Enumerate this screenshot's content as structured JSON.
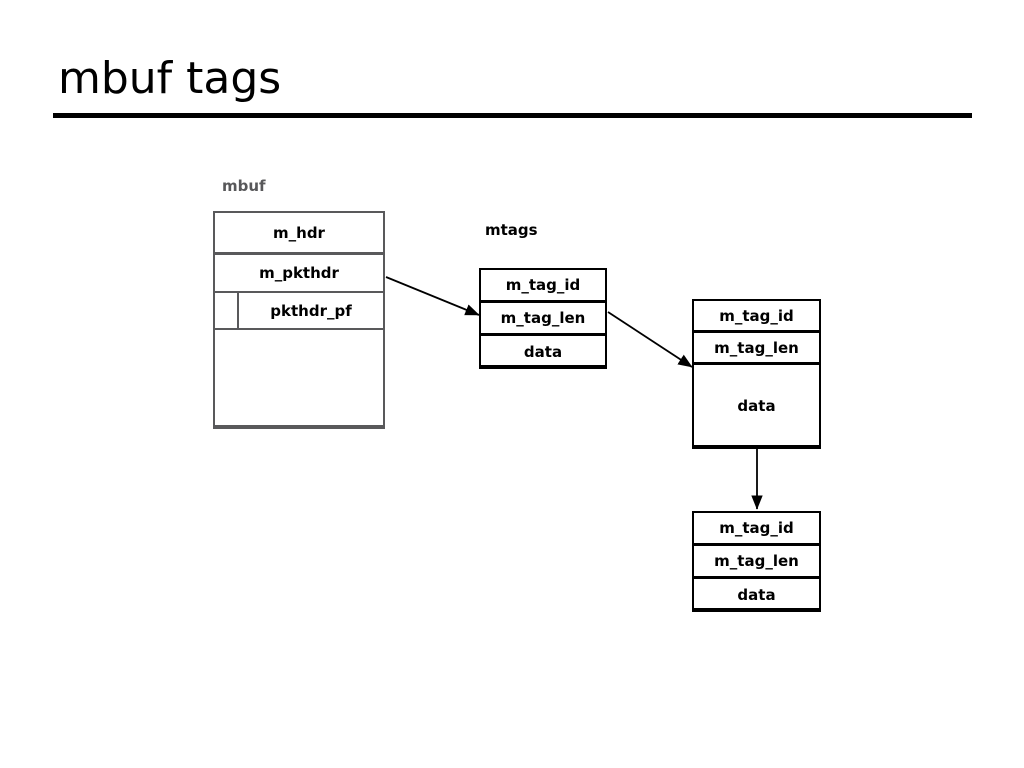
{
  "slide": {
    "title": "mbuf tags"
  },
  "diagram": {
    "labels": {
      "mbuf": "mbuf",
      "mtags": "mtags"
    },
    "mbuf_struct": {
      "name": "mbuf",
      "rows": [
        {
          "label": "m_hdr"
        },
        {
          "label": "m_pkthdr"
        },
        {
          "label": "pkthdr_pf"
        },
        {
          "label": ""
        }
      ]
    },
    "mtag_boxes": [
      {
        "id": "mtag-1",
        "rows": [
          {
            "label": "m_tag_id"
          },
          {
            "label": "m_tag_len"
          },
          {
            "label": "data"
          }
        ]
      },
      {
        "id": "mtag-2",
        "rows": [
          {
            "label": "m_tag_id"
          },
          {
            "label": "m_tag_len"
          },
          {
            "label": "data"
          }
        ]
      },
      {
        "id": "mtag-3",
        "rows": [
          {
            "label": "m_tag_id"
          },
          {
            "label": "m_tag_len"
          },
          {
            "label": "data"
          }
        ]
      }
    ],
    "colors": {
      "mbuf_border": "#59595b",
      "mtag_border": "#000000",
      "rule": "#000000",
      "text": "#000000",
      "mbuf_label_text": "#58585a"
    }
  }
}
